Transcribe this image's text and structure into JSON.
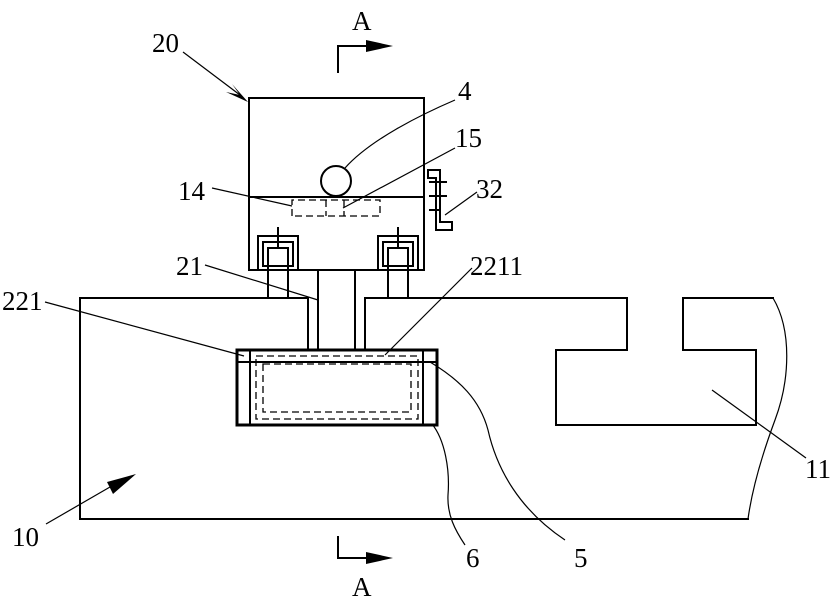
{
  "section_marks": {
    "top": "A",
    "bottom": "A"
  },
  "labels": {
    "l20": "20",
    "l4": "4",
    "l15": "15",
    "l14": "14",
    "l32": "32",
    "l21": "21",
    "l2211": "2211",
    "l221": "221",
    "l11": "11",
    "l10": "10",
    "l6": "6",
    "l5": "5"
  }
}
